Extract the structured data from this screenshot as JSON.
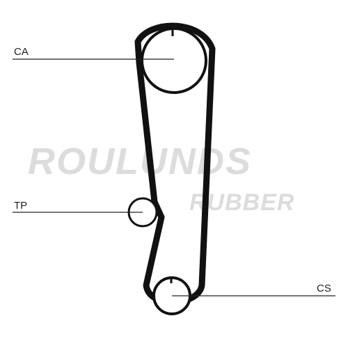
{
  "labels": {
    "camshaft": "CA",
    "tensioner": "TP",
    "crankshaft": "CS"
  },
  "watermark": {
    "line1": "ROULUNDS",
    "line2": "RUBBER"
  },
  "colors": {
    "belt": "#111111",
    "watermark": "#dcdcdc",
    "text": "#222222"
  }
}
